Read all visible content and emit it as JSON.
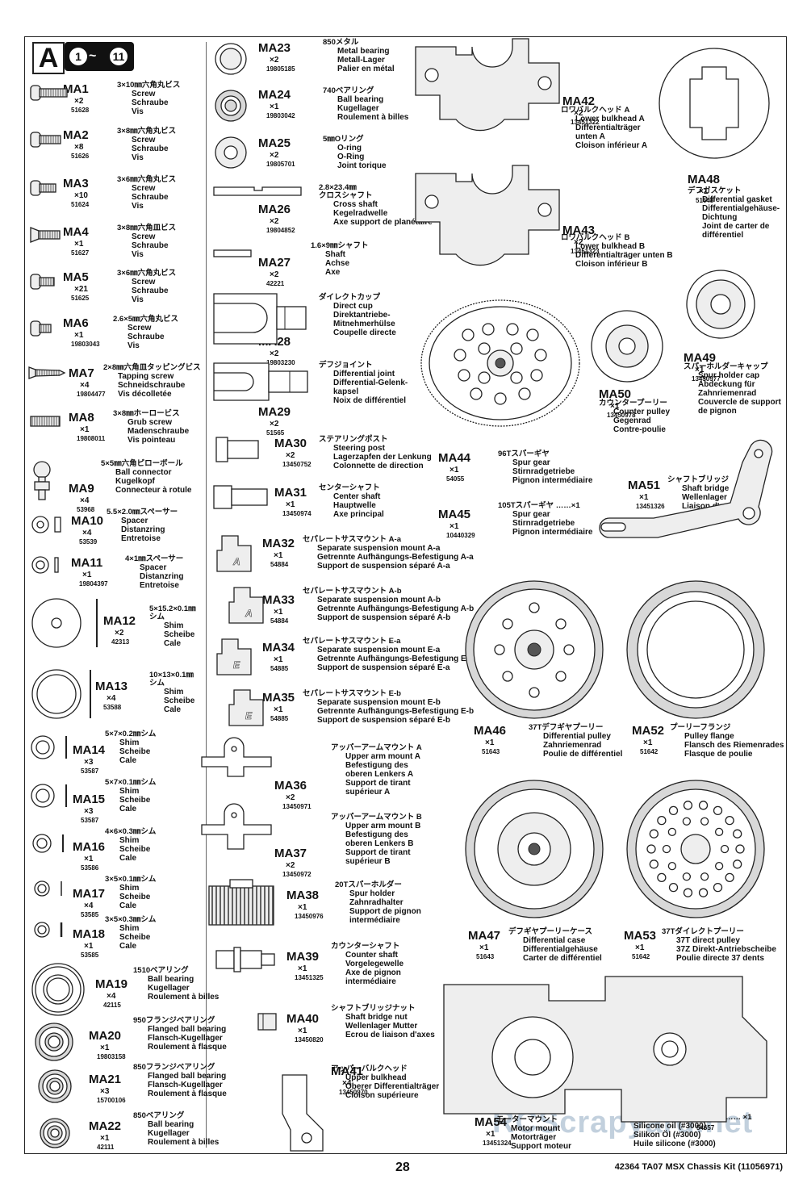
{
  "header": {
    "letter": "A",
    "step_start": "1",
    "tilde": "~",
    "step_end": "11"
  },
  "parts": {
    "MA1": {
      "code": "MA1",
      "qty": "×2",
      "num": "51628",
      "jp": "3×10㎜六角丸ビス",
      "tr": [
        "Screw",
        "Schraube",
        "Vis"
      ]
    },
    "MA2": {
      "code": "MA2",
      "qty": "×8",
      "num": "51626",
      "jp": "3×8㎜六角丸ビス",
      "tr": [
        "Screw",
        "Schraube",
        "Vis"
      ]
    },
    "MA3": {
      "code": "MA3",
      "qty": "×10",
      "num": "51624",
      "jp": "3×6㎜六角丸ビス",
      "tr": [
        "Screw",
        "Schraube",
        "Vis"
      ]
    },
    "MA4": {
      "code": "MA4",
      "qty": "×1",
      "num": "51627",
      "jp": "3×8㎜六角皿ビス",
      "tr": [
        "Screw",
        "Schraube",
        "Vis"
      ]
    },
    "MA5": {
      "code": "MA5",
      "qty": "×21",
      "num": "51625",
      "jp": "3×6㎜六角丸ビス",
      "tr": [
        "Screw",
        "Schraube",
        "Vis"
      ]
    },
    "MA6": {
      "code": "MA6",
      "qty": "×1",
      "num": "19803043",
      "jp": "2.6×5㎜六角丸ビス",
      "tr": [
        "Screw",
        "Schraube",
        "Vis"
      ]
    },
    "MA7": {
      "code": "MA7",
      "qty": "×4",
      "num": "19804477",
      "jp": "2×8㎜六角皿タッピングビス",
      "tr": [
        "Tapping screw",
        "Schneidschraube",
        "Vis décolletée"
      ]
    },
    "MA8": {
      "code": "MA8",
      "qty": "×1",
      "num": "19808011",
      "jp": "3×8㎜ホーロービス",
      "tr": [
        "Grub screw",
        "Madenschraube",
        "Vis pointeau"
      ]
    },
    "MA9": {
      "code": "MA9",
      "qty": "×4",
      "num": "53968",
      "jp": "5×5㎜六角ピローボール",
      "tr": [
        "Ball connector",
        "Kugelkopf",
        "Connecteur à rotule"
      ]
    },
    "MA10": {
      "code": "MA10",
      "qty": "×4",
      "num": "53539",
      "jp": "5.5×2.0㎜スペーサー",
      "tr": [
        "Spacer",
        "Distanzring",
        "Entretoise"
      ]
    },
    "MA11": {
      "code": "MA11",
      "qty": "×1",
      "num": "19804397",
      "jp": "4×1㎜スペーサー",
      "tr": [
        "Spacer",
        "Distanzring",
        "Entretoise"
      ]
    },
    "MA12": {
      "code": "MA12",
      "qty": "×2",
      "num": "42313",
      "jp": "5×15.2×0.1㎜",
      "jp2": "シム",
      "tr": [
        "Shim",
        "Scheibe",
        "Cale"
      ]
    },
    "MA13": {
      "code": "MA13",
      "qty": "×4",
      "num": "53588",
      "jp": "10×13×0.1㎜",
      "jp2": "シム",
      "tr": [
        "Shim",
        "Scheibe",
        "Cale"
      ]
    },
    "MA14": {
      "code": "MA14",
      "qty": "×3",
      "num": "53587",
      "jp": "5×7×0.2㎜シム",
      "tr": [
        "Shim",
        "Scheibe",
        "Cale"
      ]
    },
    "MA15": {
      "code": "MA15",
      "qty": "×3",
      "num": "53587",
      "jp": "5×7×0.1㎜シム",
      "tr": [
        "Shim",
        "Scheibe",
        "Cale"
      ]
    },
    "MA16": {
      "code": "MA16",
      "qty": "×1",
      "num": "53586",
      "jp": "4×6×0.3㎜シム",
      "tr": [
        "Shim",
        "Scheibe",
        "Cale"
      ]
    },
    "MA17": {
      "code": "MA17",
      "qty": "×4",
      "num": "53585",
      "jp": "3×5×0.1㎜シム",
      "tr": [
        "Shim",
        "Scheibe",
        "Cale"
      ]
    },
    "MA18": {
      "code": "MA18",
      "qty": "×1",
      "num": "53585",
      "jp": "3×5×0.3㎜シム",
      "tr": [
        "Shim",
        "Scheibe",
        "Cale"
      ]
    },
    "MA19": {
      "code": "MA19",
      "qty": "×4",
      "num": "42115",
      "jp": "1510ベアリング",
      "tr": [
        "Ball bearing",
        "Kugellager",
        "Roulement à billes"
      ]
    },
    "MA20": {
      "code": "MA20",
      "qty": "×1",
      "num": "19803158",
      "jp": "950フランジベアリング",
      "tr": [
        "Flanged ball bearing",
        "Flansch-Kugellager",
        "Roulement à flasque"
      ]
    },
    "MA21": {
      "code": "MA21",
      "qty": "×3",
      "num": "15700106",
      "jp": "850フランジベアリング",
      "tr": [
        "Flanged ball bearing",
        "Flansch-Kugellager",
        "Roulement à flasque"
      ]
    },
    "MA22": {
      "code": "MA22",
      "qty": "×1",
      "num": "42111",
      "jp": "850ベアリング",
      "tr": [
        "Ball bearing",
        "Kugellager",
        "Roulement à billes"
      ]
    },
    "MA23": {
      "code": "MA23",
      "qty": "×2",
      "num": "19805185",
      "jp": "850メタル",
      "tr": [
        "Metal bearing",
        "Metall-Lager",
        "Palier en métal"
      ]
    },
    "MA24": {
      "code": "MA24",
      "qty": "×1",
      "num": "19803042",
      "jp": "740ベアリング",
      "tr": [
        "Ball bearing",
        "Kugellager",
        "Roulement à billes"
      ]
    },
    "MA25": {
      "code": "MA25",
      "qty": "×2",
      "num": "19805701",
      "jp": "5㎜Oリング",
      "tr": [
        "O-ring",
        "O-Ring",
        "Joint torique"
      ]
    },
    "MA26": {
      "code": "MA26",
      "qty": "×2",
      "num": "19804852",
      "jp": "2.8×23.4㎜",
      "jp2": "クロスシャフト",
      "tr": [
        "Cross shaft",
        "Kegelradwelle",
        "Axe support de planétaire"
      ]
    },
    "MA27": {
      "code": "MA27",
      "qty": "×2",
      "num": "42221",
      "jp": "1.6×9㎜シャフト",
      "tr": [
        "Shaft",
        "Achse",
        "Axe"
      ]
    },
    "MA28": {
      "code": "MA28",
      "qty": "×2",
      "num": "19803230",
      "jp": "ダイレクトカップ",
      "tr": [
        "Direct cup",
        "Direktantriebe-",
        "Mitnehmerhülse",
        "Coupelle directe"
      ]
    },
    "MA29": {
      "code": "MA29",
      "qty": "×2",
      "num": "51565",
      "jp": "デフジョイント",
      "tr": [
        "Differential joint",
        "Differential-Gelenk-",
        "kapsel",
        "Noix de différentiel"
      ]
    },
    "MA30": {
      "code": "MA30",
      "qty": "×2",
      "num": "13450752",
      "jp": "ステアリングポスト",
      "tr": [
        "Steering post",
        "Lagerzapfen der Lenkung",
        "Colonnette de direction"
      ]
    },
    "MA31": {
      "code": "MA31",
      "qty": "×1",
      "num": "13450974",
      "jp": "センターシャフト",
      "tr": [
        "Center shaft",
        "Hauptwelle",
        "Axe principal"
      ]
    },
    "MA32": {
      "code": "MA32",
      "qty": "×1",
      "num": "54884",
      "jp": "セパレートサスマウント A-a",
      "tr": [
        "Separate suspension mount A-a",
        "Getrennte Aufhängungs-Befestigung A-a",
        "Support de suspension séparé A-a"
      ]
    },
    "MA33": {
      "code": "MA33",
      "qty": "×1",
      "num": "54884",
      "jp": "セパレートサスマウント A-b",
      "tr": [
        "Separate suspension mount A-b",
        "Getrennte Aufhängungs-Befestigung A-b",
        "Support de suspension séparé A-b"
      ]
    },
    "MA34": {
      "code": "MA34",
      "qty": "×1",
      "num": "54885",
      "jp": "セパレートサスマウント E-a",
      "tr": [
        "Separate suspension mount E-a",
        "Getrennte Aufhängungs-Befestigung E-a",
        "Support de suspension séparé E-a"
      ]
    },
    "MA35": {
      "code": "MA35",
      "qty": "×1",
      "num": "54885",
      "jp": "セパレートサスマウント E-b",
      "tr": [
        "Separate suspension mount E-b",
        "Getrennte Aufhängungs-Befestigung E-b",
        "Support de suspension séparé E-b"
      ]
    },
    "MA36": {
      "code": "MA36",
      "qty": "×2",
      "num": "13450971",
      "jp": "アッパーアームマウント A",
      "tr": [
        "Upper arm mount A",
        "Befestigung des",
        "oberen Lenkers A",
        "Support de tirant",
        "supérieur A"
      ]
    },
    "MA37": {
      "code": "MA37",
      "qty": "×2",
      "num": "13450972",
      "jp": "アッパーアームマウント B",
      "tr": [
        "Upper arm mount B",
        "Befestigung des",
        "oberen Lenkers B",
        "Support de tirant",
        "supérieur B"
      ]
    },
    "MA38": {
      "code": "MA38",
      "qty": "×1",
      "num": "13450976",
      "jp": "20Tスパーホルダー",
      "tr": [
        "Spur holder",
        "Zahnradhalter",
        "Support de pignon",
        "intermédiaire"
      ]
    },
    "MA39": {
      "code": "MA39",
      "qty": "×1",
      "num": "13451325",
      "jp": "カウンターシャフト",
      "tr": [
        "Counter shaft",
        "Vorgelegewelle",
        "Axe de pignon",
        "intermédiaire"
      ]
    },
    "MA40": {
      "code": "MA40",
      "qty": "×1",
      "num": "13450820",
      "jp": "シャフトブリッジナット",
      "tr": [
        "Shaft bridge nut",
        "Wellenlager Mutter",
        "Ecrou de liaison d'axes"
      ]
    },
    "MA41": {
      "code": "MA41",
      "qty": "×4",
      "num": "13450970",
      "jp": "アッパーバルクヘッド",
      "tr": [
        "Upper bulkhead",
        "Oberer Differentialträger",
        "Cloison supérieure"
      ]
    },
    "MA42": {
      "code": "MA42",
      "qty": "×2",
      "num": "13451322",
      "jp": "ロワバルクヘッド A",
      "tr": [
        "Lower bulkhead A",
        "Differentialträger",
        "unten A",
        "Cloison inférieur A"
      ]
    },
    "MA43": {
      "code": "MA43",
      "qty": "×2",
      "num": "13451323",
      "jp": "ロワバルクヘッド B",
      "tr": [
        "Lower bulkhead B",
        "Differentialträger unten B",
        "Cloison inférieur B"
      ]
    },
    "MA44": {
      "code": "MA44",
      "qty": "×1",
      "num": "54055",
      "jp": "96Tスパーギヤ",
      "tr": [
        "Spur gear",
        "Stirnradgetriebe",
        "Pignon intermédiaire"
      ]
    },
    "MA45": {
      "code": "MA45",
      "qty": "×1",
      "num": "10440329",
      "jp": "105Tスパーギヤ ……×1",
      "tr": [
        "Spur gear",
        "Stirnradgetriebe",
        "Pignon intermédiaire"
      ]
    },
    "MA46": {
      "code": "MA46",
      "qty": "×1",
      "num": "51643",
      "jp": "37Tデフギヤプーリー",
      "tr": [
        "Differential pulley",
        "Zahnriemenrad",
        "Poulie de différentiel"
      ]
    },
    "MA47": {
      "code": "MA47",
      "qty": "×1",
      "num": "51643",
      "jp": "デフギヤプーリーケース",
      "tr": [
        "Differential case",
        "Differentialgehäuse",
        "Carter de différentiel"
      ]
    },
    "MA48": {
      "code": "MA48",
      "qty": "×1",
      "num": "51648",
      "jp": "デフガスケット",
      "tr": [
        "Differential gasket",
        "Differentialgehäuse-",
        "Dichtung",
        "Joint de carter de",
        "différentiel"
      ]
    },
    "MA49": {
      "code": "MA49",
      "qty": "×1",
      "num": "13450977",
      "jp": "スパーホルダーキャップ",
      "tr": [
        "Spur holder cap",
        "Abdeckung für",
        "Zahnriemenrad",
        "Couvercle de support",
        "de pignon"
      ]
    },
    "MA50": {
      "code": "MA50",
      "qty": "×1",
      "num": "13450978",
      "jp": "カウンタープーリー",
      "tr": [
        "Counter pulley",
        "Gegenrad",
        "Contre-poulie"
      ]
    },
    "MA51": {
      "code": "MA51",
      "qty": "×1",
      "num": "13451326",
      "jp": "シャフトブリッジ",
      "tr": [
        "Shaft bridge",
        "Wellenlager",
        "Liaison d'axes"
      ]
    },
    "MA52": {
      "code": "MA52",
      "qty": "×1",
      "num": "51642",
      "jp": "プーリーフランジ",
      "tr": [
        "Pulley flange",
        "Flansch des Riemenrades",
        "Flasque de poulie"
      ]
    },
    "MA53": {
      "code": "MA53",
      "qty": "×1",
      "num": "51642",
      "jp": "37Tダイレクトプーリー",
      "tr": [
        "37T direct pulley",
        "37Z Direkt-Antriebscheibe",
        "Poulie directe 37 dents"
      ]
    },
    "MA54": {
      "code": "MA54",
      "qty": "×1",
      "num": "13451324",
      "jp": "モーターマウント",
      "tr": [
        "Motor mount",
        "Motorträger",
        "Support moteur"
      ]
    }
  },
  "oil": {
    "jp": "シリコンオイル (#3000) ……… ×1",
    "num": "54657",
    "tr": [
      "Silicone oil (#3000)",
      "Silikon Öl (#3000)",
      "Huile silicone (#3000)"
    ]
  },
  "footer": {
    "page": "28",
    "right": "42364 TA07 MSX Chassis Kit (11056971)"
  },
  "watermark": "RCScrapyard.net"
}
